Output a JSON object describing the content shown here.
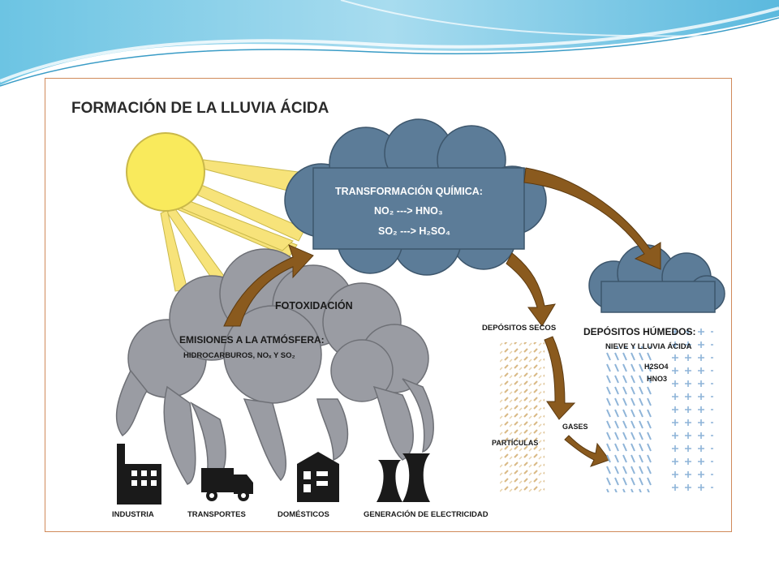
{
  "diagram": {
    "title": "FORMACIÓN DE LA LLUVIA ÁCIDA",
    "transformation": {
      "heading": "TRANSFORMACIÓN QUÍMICA:",
      "reaction_1": "NO₂ ---> HNO₃",
      "reaction_2": "SO₂ ---> H₂SO₄"
    },
    "photo_oxidation": "FOTOXIDACIÓN",
    "emissions": {
      "heading": "EMISIONES A LA ATMÓSFERA:",
      "detail": "HIDROCARBUROS, NOₓ Y SO₂"
    },
    "dry_deposits": {
      "heading": "DEPÓSITOS SECOS",
      "particles": "PARTÍCULAS",
      "gases": "GASES"
    },
    "wet_deposits": {
      "heading": "DEPÓSITOS HÚMEDOS:",
      "detail": "NIEVE Y LLUVIA ÁCIDA",
      "acid_1": "H2SO4",
      "acid_2": "HNO3"
    },
    "sources": {
      "industry": "INDUSTRIA",
      "transport": "TRANSPORTES",
      "domestic": "DOMÉSTICOS",
      "electricity": "GENERACIÓN DE ELECTRICIDAD"
    },
    "colors": {
      "sun": "#f9ea5c",
      "sun_outline": "#c9b84a",
      "rays": "#f7e37a",
      "chemical_cloud": "#5c7c98",
      "emission_cloud": "#9a9ca3",
      "arrows": "#8a5a1e",
      "frame_border": "#d08a5a",
      "banner": "#4bb3d6",
      "icons": "#1a1a1a",
      "rain": "#8eb4d8",
      "particles": "#e2c89a"
    }
  }
}
